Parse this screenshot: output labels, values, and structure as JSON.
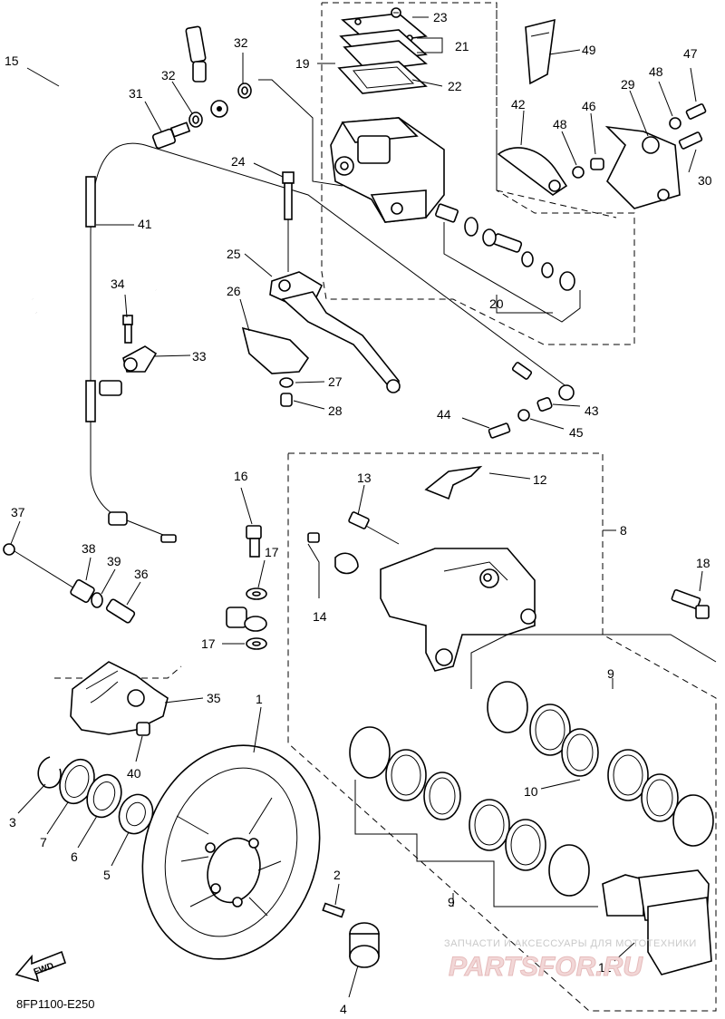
{
  "diagram_code": "8FP1100-E250",
  "fwd_label": "FWD",
  "watermark": {
    "line1": "ЗАПЧАСТИ И АКСЕССУАРЫ ДЛЯ МОТОТЕХНИКИ",
    "line2": "PARTSFOR.RU"
  },
  "callouts": [
    {
      "id": "c1",
      "text": "1"
    },
    {
      "id": "c2",
      "text": "2"
    },
    {
      "id": "c3",
      "text": "3"
    },
    {
      "id": "c4",
      "text": "4"
    },
    {
      "id": "c5",
      "text": "5"
    },
    {
      "id": "c6",
      "text": "6"
    },
    {
      "id": "c7",
      "text": "7"
    },
    {
      "id": "c8",
      "text": "8"
    },
    {
      "id": "c9a",
      "text": "9"
    },
    {
      "id": "c9b",
      "text": "9"
    },
    {
      "id": "c10",
      "text": "10"
    },
    {
      "id": "c11",
      "text": "11"
    },
    {
      "id": "c12",
      "text": "12"
    },
    {
      "id": "c13",
      "text": "13"
    },
    {
      "id": "c14",
      "text": "14"
    },
    {
      "id": "c15",
      "text": "15"
    },
    {
      "id": "c16",
      "text": "16"
    },
    {
      "id": "c17a",
      "text": "17"
    },
    {
      "id": "c17b",
      "text": "17"
    },
    {
      "id": "c18",
      "text": "18"
    },
    {
      "id": "c19",
      "text": "19"
    },
    {
      "id": "c20",
      "text": "20"
    },
    {
      "id": "c21",
      "text": "21"
    },
    {
      "id": "c22",
      "text": "22"
    },
    {
      "id": "c23",
      "text": "23"
    },
    {
      "id": "c24",
      "text": "24"
    },
    {
      "id": "c25",
      "text": "25"
    },
    {
      "id": "c26",
      "text": "26"
    },
    {
      "id": "c27",
      "text": "27"
    },
    {
      "id": "c28",
      "text": "28"
    },
    {
      "id": "c29",
      "text": "29"
    },
    {
      "id": "c30",
      "text": "30"
    },
    {
      "id": "c31",
      "text": "31"
    },
    {
      "id": "c32a",
      "text": "32"
    },
    {
      "id": "c32b",
      "text": "32"
    },
    {
      "id": "c33",
      "text": "33"
    },
    {
      "id": "c34",
      "text": "34"
    },
    {
      "id": "c35",
      "text": "35"
    },
    {
      "id": "c36",
      "text": "36"
    },
    {
      "id": "c37",
      "text": "37"
    },
    {
      "id": "c38",
      "text": "38"
    },
    {
      "id": "c39",
      "text": "39"
    },
    {
      "id": "c40",
      "text": "40"
    },
    {
      "id": "c41",
      "text": "41"
    },
    {
      "id": "c42",
      "text": "42"
    },
    {
      "id": "c43",
      "text": "43"
    },
    {
      "id": "c44",
      "text": "44"
    },
    {
      "id": "c45",
      "text": "45"
    },
    {
      "id": "c46",
      "text": "46"
    },
    {
      "id": "c47",
      "text": "47"
    },
    {
      "id": "c48a",
      "text": "48"
    },
    {
      "id": "c48b",
      "text": "48"
    },
    {
      "id": "c49",
      "text": "49"
    }
  ]
}
